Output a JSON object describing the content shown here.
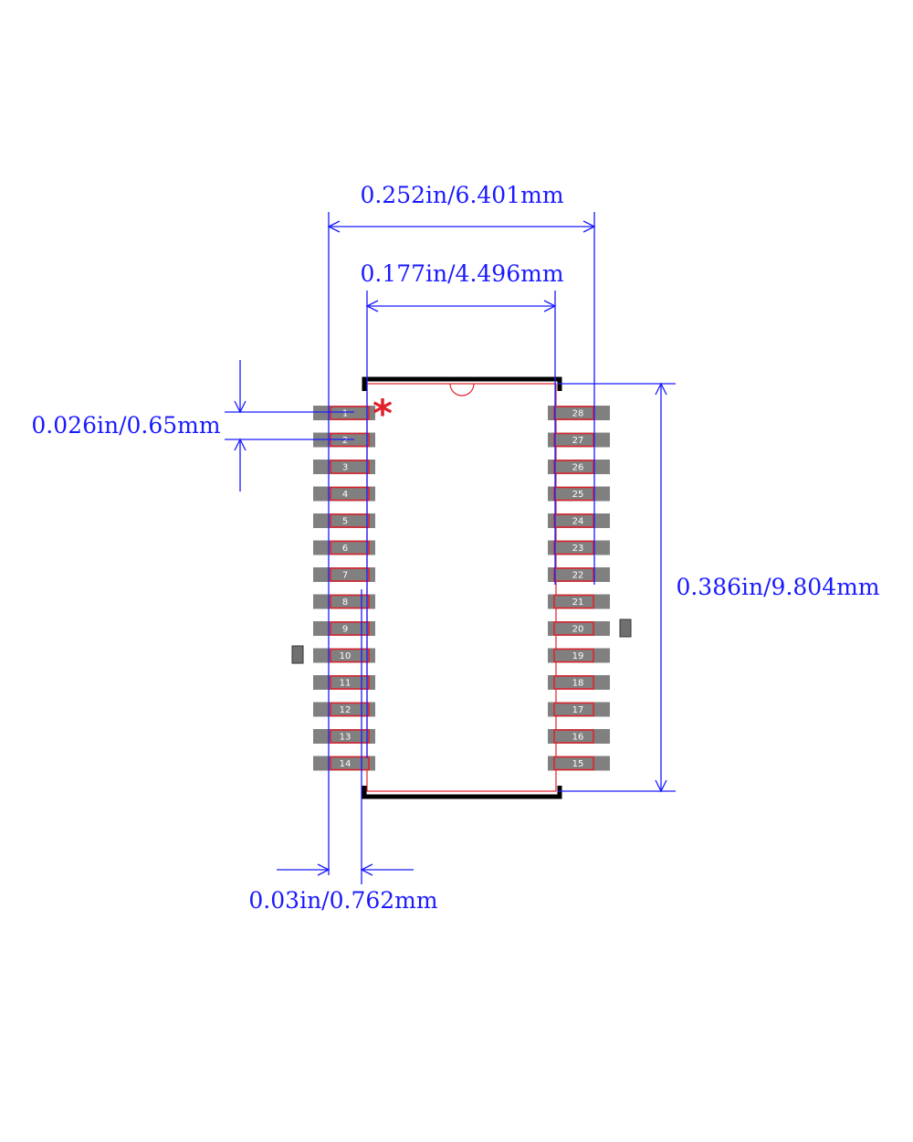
{
  "dimensions": {
    "overall_width": "0.252in/6.401mm",
    "body_width": "0.177in/4.496mm",
    "pin_pitch": "0.026in/0.65mm",
    "overall_length": "0.386in/9.804mm",
    "pad_length": "0.03in/0.762mm"
  },
  "pin1_marker": "*",
  "left_pins": [
    "1",
    "2",
    "3",
    "4",
    "5",
    "6",
    "7",
    "8",
    "9",
    "10",
    "11",
    "12",
    "13",
    "14"
  ],
  "right_pins": [
    "28",
    "27",
    "26",
    "25",
    "24",
    "23",
    "22",
    "21",
    "20",
    "19",
    "18",
    "17",
    "16",
    "15"
  ],
  "colors": {
    "dimension": "#1a1aff",
    "pad": "#808080",
    "outline": "#e0202a",
    "silkscreen": "#000000"
  }
}
